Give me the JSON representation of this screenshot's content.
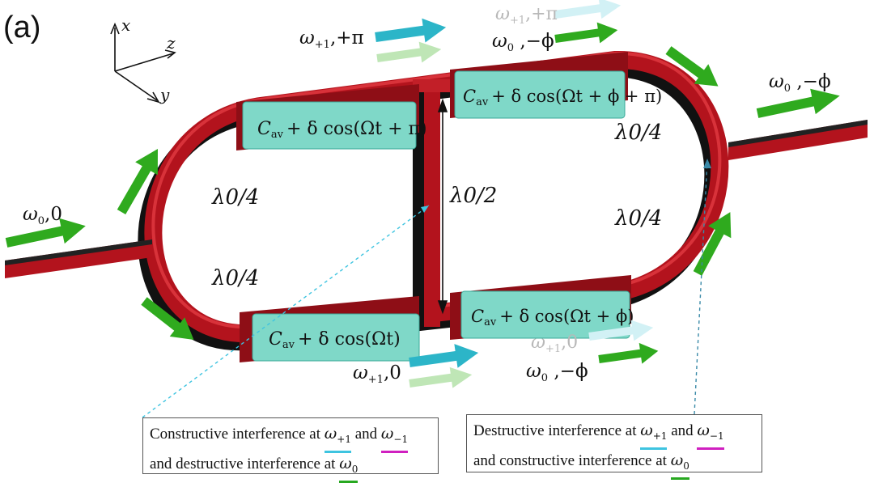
{
  "panel_label": "(a)",
  "axes": {
    "x": "x",
    "y": "y",
    "z": "z"
  },
  "colors": {
    "ring": "#b3131d",
    "ring_shadow": "#111111",
    "modulator": "#7fd8c8",
    "arrow_green": "#2faa1e",
    "arrow_cyan": "#2cb5c8",
    "ul_cyan": "#3ec4e0",
    "ul_magenta": "#d020c0",
    "ul_green": "#27a820"
  },
  "modulators": {
    "top_left": {
      "c": "C",
      "sub": "av",
      "rest": "+ δ cos(Ωt + π)"
    },
    "top_right": {
      "c": "C",
      "sub": "av",
      "rest": "+ δ cos(Ωt + ϕ + π)"
    },
    "bottom_left": {
      "c": "C",
      "sub": "av",
      "rest": "+ δ cos(Ωt)"
    },
    "bottom_right": {
      "c": "C",
      "sub": "av",
      "rest": "+ δ cos(Ωt + ϕ)"
    }
  },
  "lengths": {
    "upper_left": "λ0/4",
    "lower_left": "λ0/4",
    "upper_right": "λ0/4",
    "lower_right": "λ0/4",
    "center": "λ0/2"
  },
  "signals": {
    "input": {
      "w": "ω",
      "sub": "0",
      "phase": ",0"
    },
    "top_w1": {
      "w": "ω",
      "sub": "+1",
      "phase": ",+π"
    },
    "top_w1_faded": {
      "w": "ω",
      "sub": "+1",
      "phase": ",+π"
    },
    "top_w0": {
      "w": "ω",
      "sub": "0",
      "phase": " ,−ϕ"
    },
    "output": {
      "w": "ω",
      "sub": "0",
      "phase": " ,−ϕ"
    },
    "bottom_w1": {
      "w": "ω",
      "sub": "+1",
      "phase": ",0"
    },
    "bottom_w1_faded": {
      "w": "ω",
      "sub": "+1",
      "phase": ",0"
    },
    "bottom_w0": {
      "w": "ω",
      "sub": "0",
      "phase": " ,−ϕ"
    }
  },
  "captions": {
    "left": {
      "l1a": "Constructive interference at ",
      "w1": "ω",
      "w1sub": "+1",
      "l1b": " and ",
      "w2": "ω",
      "w2sub": "−1",
      "l2a": "and destructive interference at ",
      "w3": "ω",
      "w3sub": "0"
    },
    "right": {
      "l1a": "Destructive interference at ",
      "w1": "ω",
      "w1sub": "+1",
      "l1b": " and ",
      "w2": "ω",
      "w2sub": "−1",
      "l2a": "and constructive interference at ",
      "w3": "ω",
      "w3sub": "0"
    }
  }
}
